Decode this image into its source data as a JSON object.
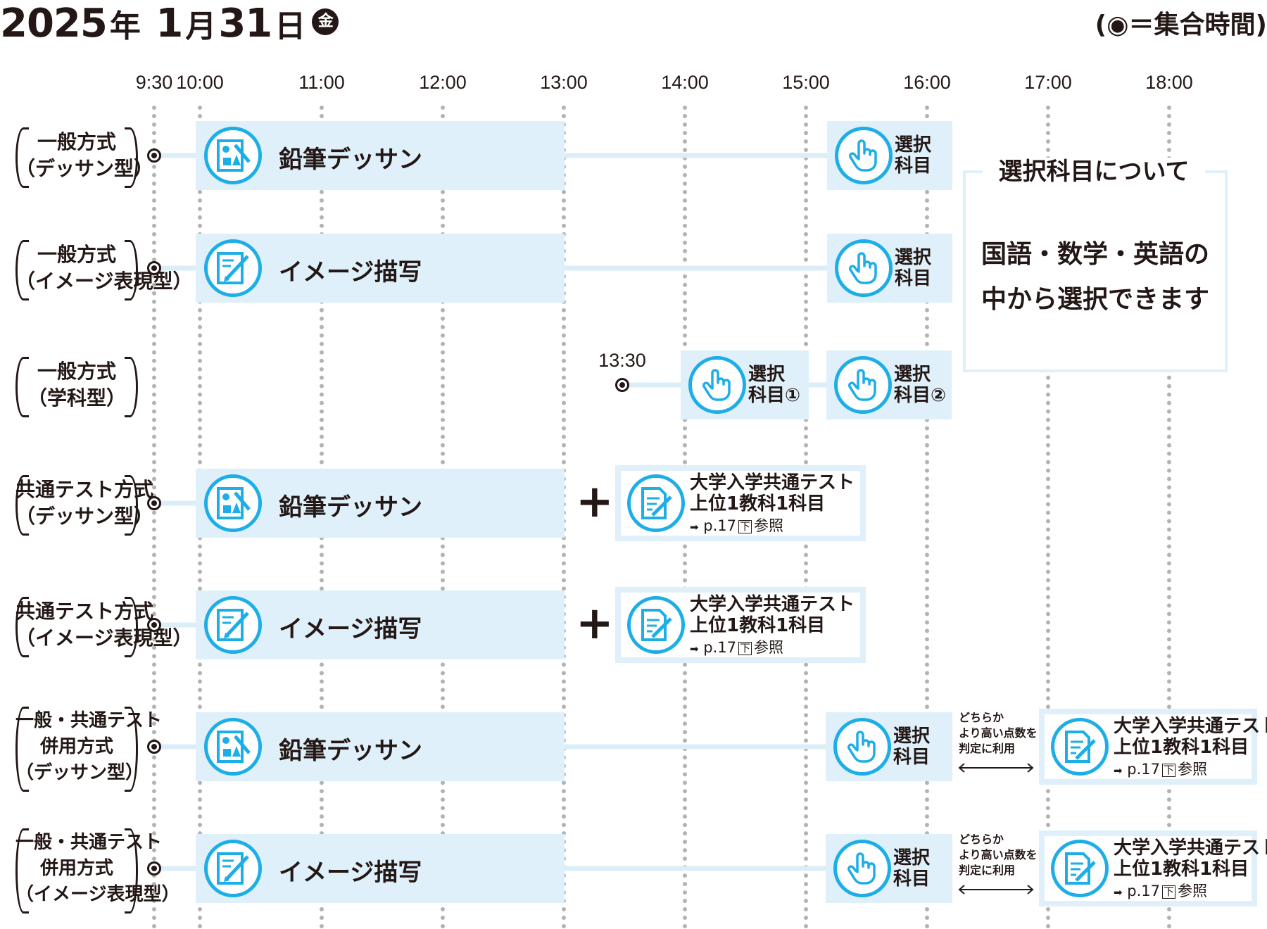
{
  "header": {
    "year": "2025",
    "year_unit": "年",
    "month": "1",
    "month_unit": "月",
    "day": "31",
    "day_unit": "日",
    "weekday": "金",
    "legend_note": "(◉＝集合時間)"
  },
  "timeline": {
    "ticks": [
      "9:30",
      "10:00",
      "11:00",
      "12:00",
      "13:00",
      "14:00",
      "15:00",
      "16:00",
      "17:00",
      "18:00"
    ],
    "late_meeting_time": "13:30"
  },
  "rows": [
    {
      "label_lines": [
        "一般方式",
        "（デッサン型）"
      ],
      "exam": "鉛筆デッサン",
      "exam_icon": "pencil-drawing-icon",
      "selection_lines": [
        "選択",
        "科目"
      ]
    },
    {
      "label_lines": [
        "一般方式",
        "（イメージ表現型）"
      ],
      "exam": "イメージ描写",
      "exam_icon": "image-drawing-icon",
      "selection_lines": [
        "選択",
        "科目"
      ]
    },
    {
      "label_lines": [
        "一般方式",
        "（学科型）"
      ],
      "selection_1_lines": [
        "選択",
        "科目①"
      ],
      "selection_2_lines": [
        "選択",
        "科目②"
      ]
    },
    {
      "label_lines": [
        "共通テスト方式",
        "（デッサン型）"
      ],
      "exam": "鉛筆デッサン",
      "exam_icon": "pencil-drawing-icon",
      "plus": "+",
      "common_lines": [
        "大学入学共通テスト",
        "上位1教科1科目"
      ],
      "ref_arrow": "➡",
      "ref_page": "p.17",
      "ref_mark": "下",
      "ref_text": "参照"
    },
    {
      "label_lines": [
        "共通テスト方式",
        "（イメージ表現型）"
      ],
      "exam": "イメージ描写",
      "exam_icon": "image-drawing-icon",
      "plus": "+",
      "common_lines": [
        "大学入学共通テスト",
        "上位1教科1科目"
      ],
      "ref_arrow": "➡",
      "ref_page": "p.17",
      "ref_mark": "下",
      "ref_text": "参照"
    },
    {
      "label_lines": [
        "一般・共通テスト",
        "併用方式",
        "（デッサン型）"
      ],
      "exam": "鉛筆デッサン",
      "exam_icon": "pencil-drawing-icon",
      "selection_lines": [
        "選択",
        "科目"
      ],
      "note_lines": [
        "どちらか",
        "より高い点数を",
        "判定に利用"
      ],
      "common_lines": [
        "大学入学共通テスト",
        "上位1教科1科目"
      ],
      "ref_arrow": "➡",
      "ref_page": "p.17",
      "ref_mark": "下",
      "ref_text": "参照"
    },
    {
      "label_lines": [
        "一般・共通テスト",
        "併用方式",
        "（イメージ表現型）"
      ],
      "exam": "イメージ描写",
      "exam_icon": "image-drawing-icon",
      "selection_lines": [
        "選択",
        "科目"
      ],
      "note_lines": [
        "どちらか",
        "より高い点数を",
        "判定に利用"
      ],
      "common_lines": [
        "大学入学共通テスト",
        "上位1教科1科目"
      ],
      "ref_arrow": "➡",
      "ref_page": "p.17",
      "ref_mark": "下",
      "ref_text": "参照"
    }
  ],
  "info_box": {
    "title": "選択科目について",
    "lines": [
      "国語・数学・英語の",
      "中から選択できます"
    ]
  },
  "colors": {
    "accent": "#1eaee7",
    "box_fill": "#dff0fa",
    "text": "#231815",
    "grid": "#b3b3b3"
  }
}
